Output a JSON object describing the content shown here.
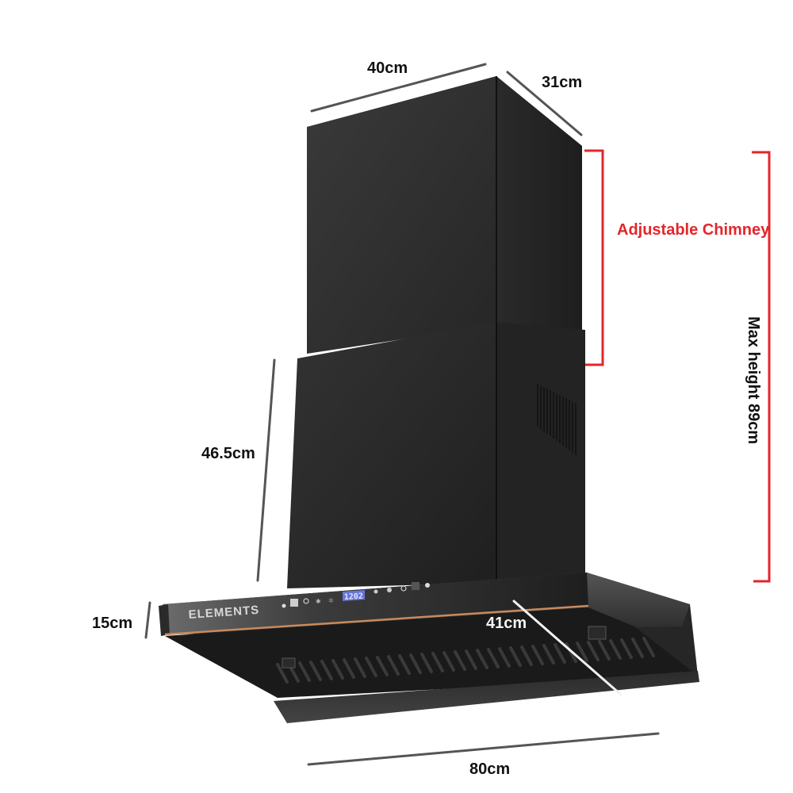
{
  "product": {
    "brand": "ELEMENTS",
    "display_value": "1202",
    "colors": {
      "body": "#2e2e2e",
      "body_dark": "#1c1c1c",
      "body_light": "#4a4a4a",
      "trim": "#c98a5e",
      "display_bg": "#6a74d8",
      "dimension_line": "#555555",
      "accent_red": "#e3262b"
    },
    "control_icons": [
      "flame-icon",
      "square-button-icon",
      "refresh-icon",
      "fan-high-icon",
      "fan-low-icon",
      "display",
      "timer-icon",
      "light-icon",
      "power-icon",
      "square-button-icon",
      "flame-icon"
    ]
  },
  "dimensions": {
    "top_width": "40cm",
    "top_depth": "31cm",
    "chimney_height": "46.5cm",
    "hood_height": "15cm",
    "hood_depth": "41cm",
    "hood_width": "80cm",
    "adjustable_label": "Adjustable Chimney",
    "max_height": "Max height 89cm"
  }
}
